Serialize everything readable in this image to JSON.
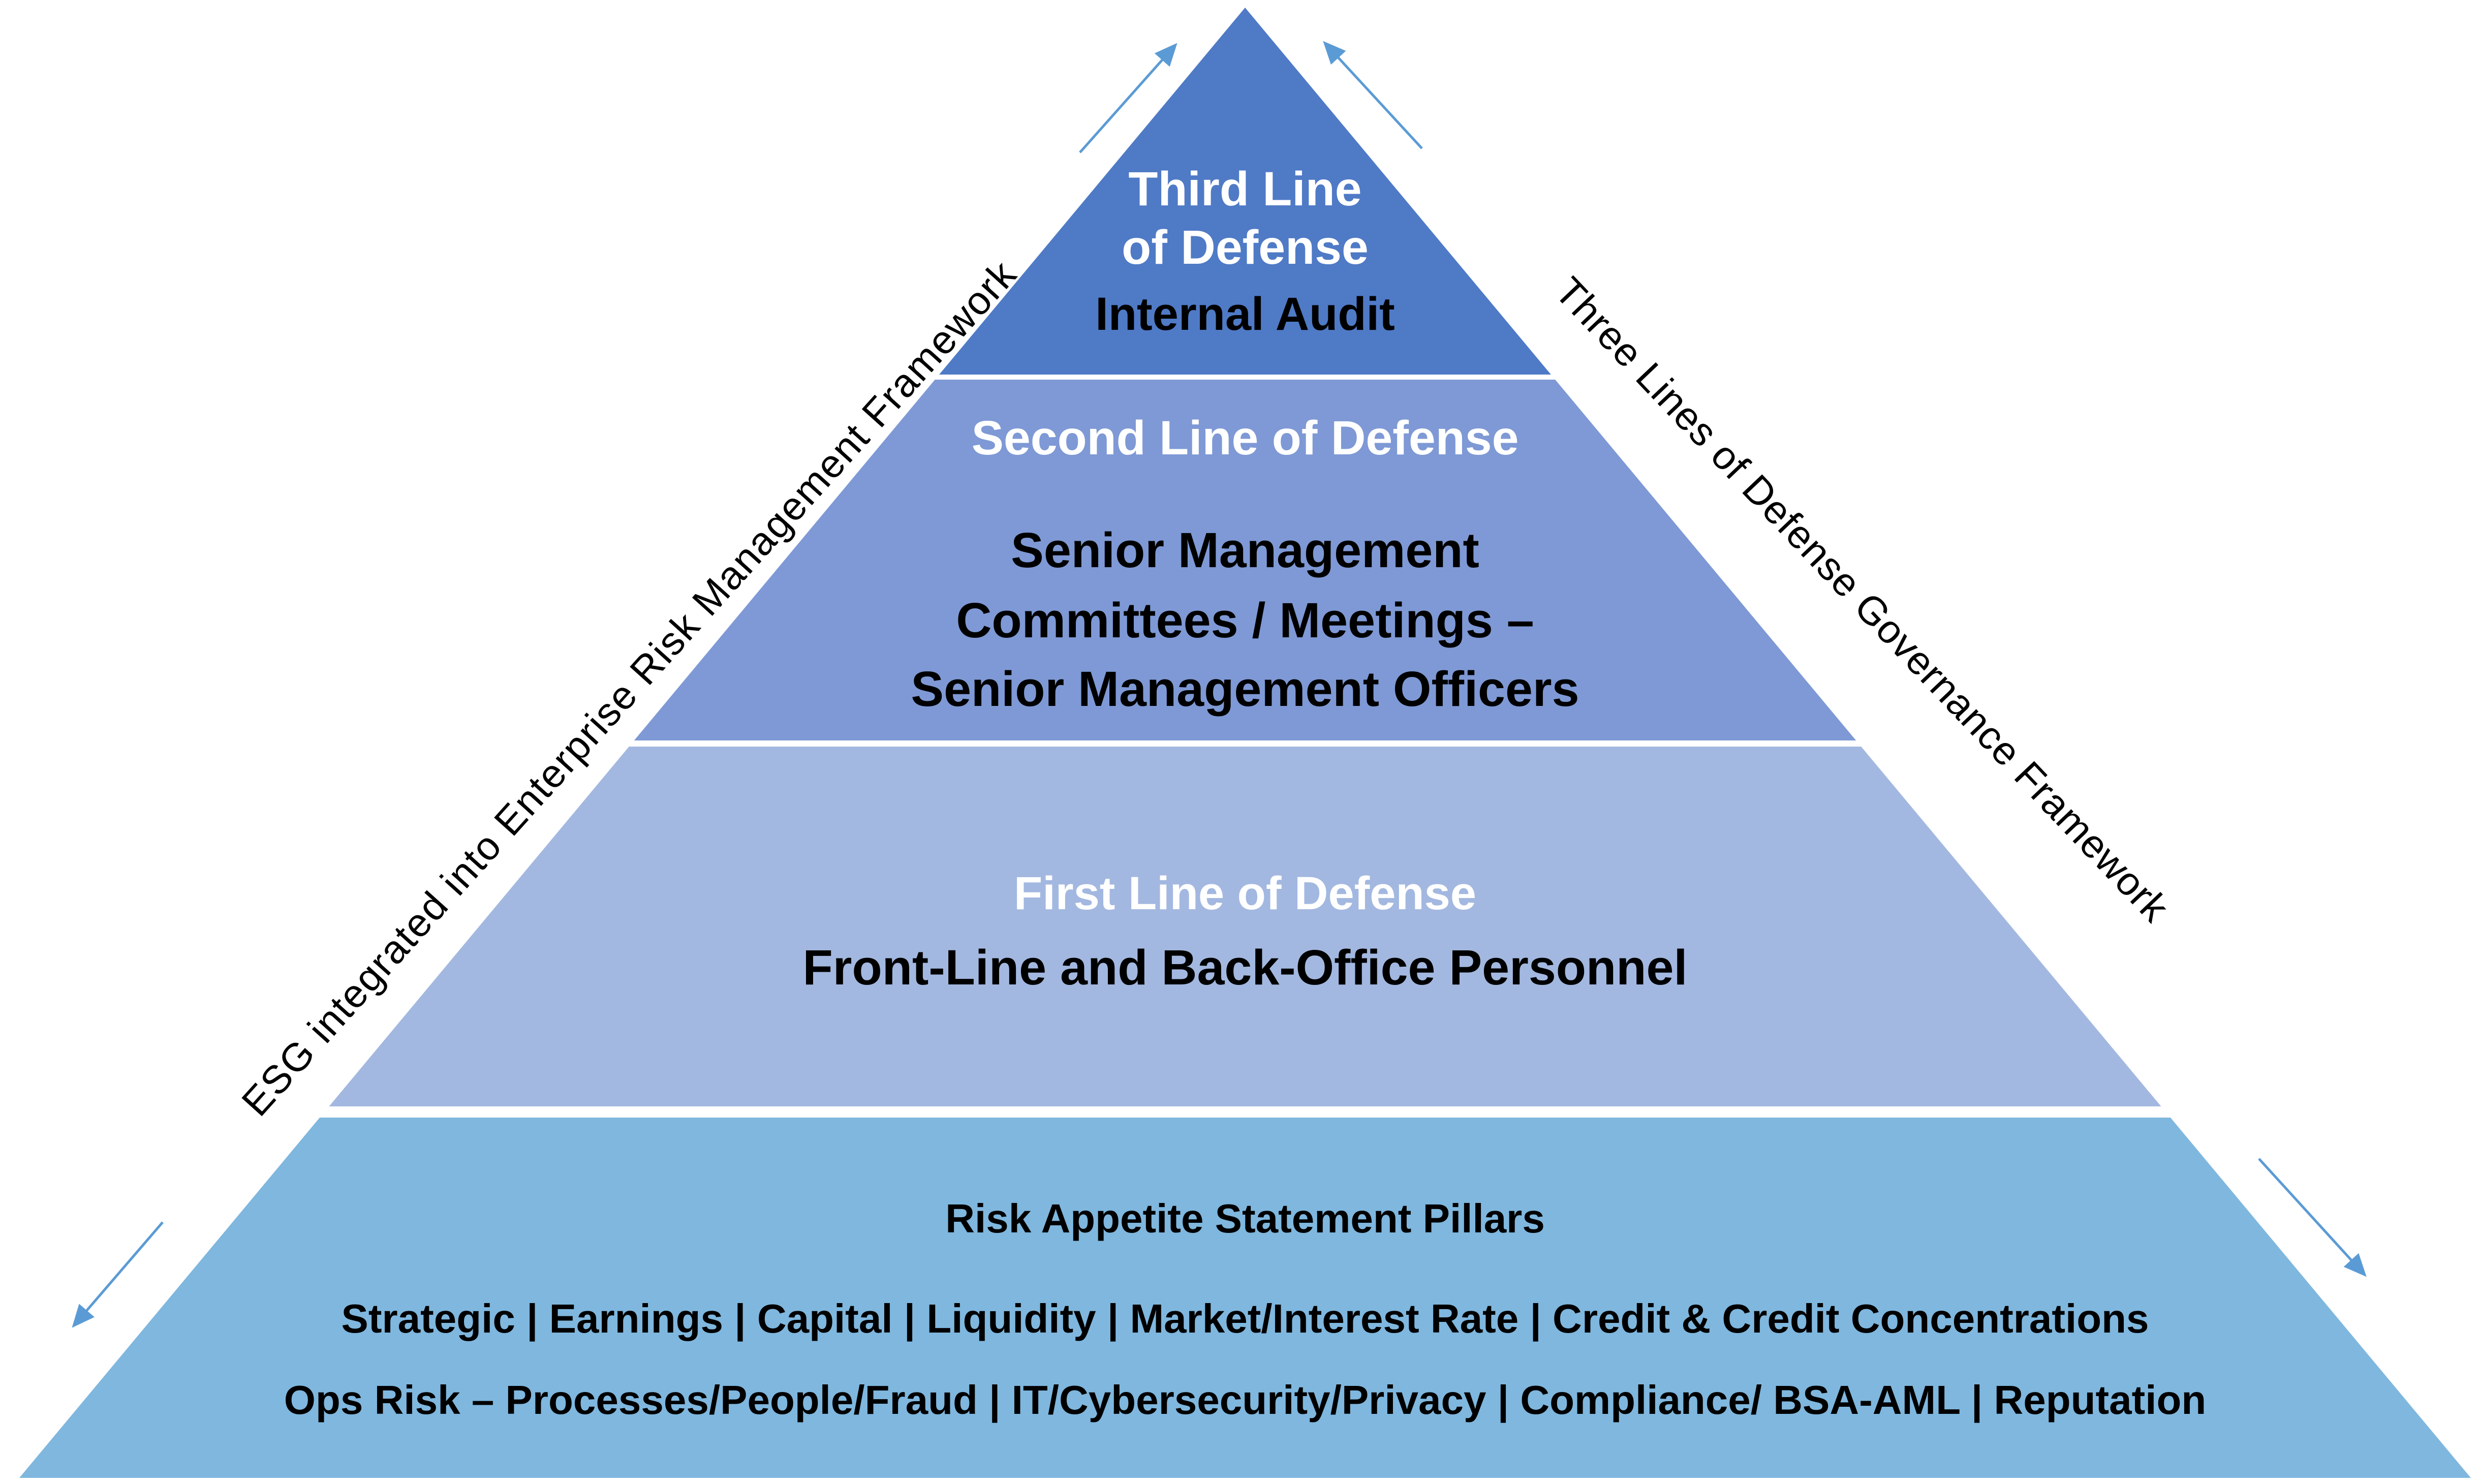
{
  "pyramid": {
    "tiers": [
      {
        "heading_lines": [
          "Third Line",
          "of Defense"
        ],
        "body_lines": [
          "Internal Audit"
        ]
      },
      {
        "heading_lines": [
          "Second Line of Defense"
        ],
        "body_lines": [
          "Senior Management",
          "Committees / Meetings –",
          "Senior Management Officers"
        ]
      },
      {
        "heading_lines": [
          "First Line of Defense"
        ],
        "body_lines": [
          "Front-Line and Back-Office Personnel"
        ]
      },
      {
        "heading_lines": [
          "Risk Appetite Statement Pillars"
        ],
        "body_lines": [
          "Strategic | Earnings | Capital | Liquidity | Market/Interest Rate | Credit & Credit Concentrations",
          "Ops Risk – Processes/People/Fraud | IT/Cybersecurity/Privacy | Compliance/ BSA-AML | Reputation"
        ]
      }
    ],
    "side_labels": {
      "left": "ESG integrated into Enterprise Risk Management Framework",
      "right": "Three Lines of Defense Governance Framework"
    },
    "colors": {
      "tier1": "#4F7AC6",
      "tier2": "#7E99D5",
      "tier3": "#A3B8E0",
      "tier4": "#7FB7DE",
      "arrow": "#5B9BD5",
      "heading_text": "#FFFFFF",
      "body_text": "#000000",
      "separator": "#FFFFFF"
    }
  }
}
